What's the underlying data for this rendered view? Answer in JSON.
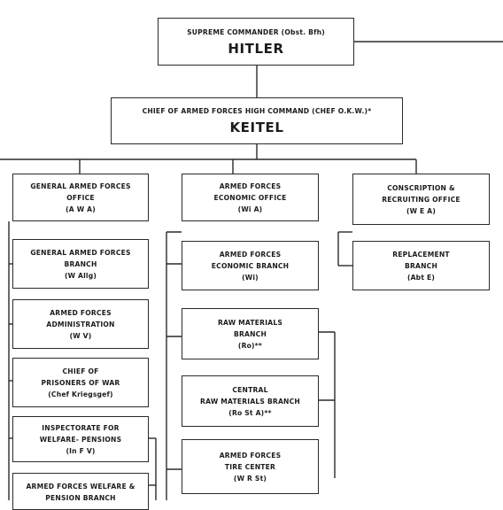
{
  "org_chart": {
    "supreme_commander": {
      "title": "SUPREME COMMANDER (Obst. Bfh)",
      "name": "HITLER"
    },
    "chief_okw": {
      "title": "CHIEF OF ARMED FORCES HIGH COMMAND (CHEF O.K.W.)*",
      "name": "KEITEL"
    },
    "awa": {
      "office": {
        "lines": [
          "GENERAL ARMED FORCES",
          "OFFICE",
          "(A W A)"
        ]
      },
      "branches": [
        {
          "lines": [
            "GENERAL ARMED FORCES",
            "BRANCH",
            "(W Allg)"
          ]
        },
        {
          "lines": [
            "ARMED FORCES",
            "ADMINISTRATION",
            "(W V)"
          ]
        },
        {
          "lines": [
            "CHIEF OF",
            "PRISONERS OF WAR",
            "(Chef Kriegsgef)"
          ]
        },
        {
          "lines": [
            "INSPECTORATE FOR",
            "WELFARE- PENSIONS",
            "(In F V)"
          ]
        },
        {
          "lines": [
            "ARMED FORCES WELFARE &",
            "PENSION BRANCH"
          ]
        }
      ]
    },
    "wia": {
      "office": {
        "lines": [
          "ARMED FORCES",
          "ECONOMIC OFFICE",
          "(Wi A)"
        ]
      },
      "branches": [
        {
          "lines": [
            "ARMED FORCES",
            "ECONOMIC BRANCH",
            "(Wi)"
          ]
        },
        {
          "lines": [
            "RAW MATERIALS",
            "BRANCH",
            "(Ro)**"
          ]
        },
        {
          "lines": [
            "CENTRAL",
            "RAW MATERIALS BRANCH",
            "(Ro St A)**"
          ]
        },
        {
          "lines": [
            "ARMED FORCES",
            "TIRE CENTER",
            "(W R St)"
          ]
        }
      ]
    },
    "wea": {
      "office": {
        "lines": [
          "CONSCRIPTION &",
          "RECRUITING OFFICE",
          "(W E A)"
        ]
      },
      "branches": [
        {
          "lines": [
            "REPLACEMENT",
            "BRANCH",
            "(Abt E)"
          ]
        }
      ]
    }
  }
}
